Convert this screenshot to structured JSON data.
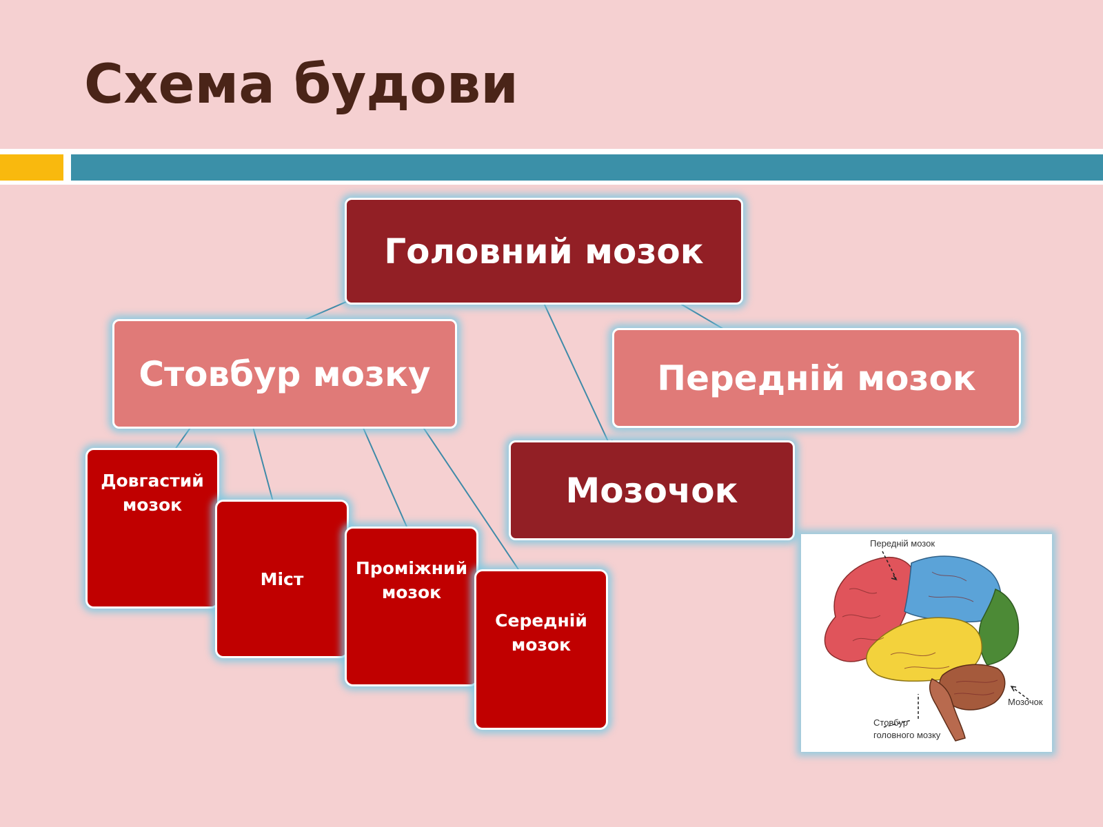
{
  "title": "Схема будови",
  "nodes": {
    "brain": "Головний мозок",
    "stem": "Стовбур мозку",
    "forebrain": "Передній мозок",
    "cerebellum": "Мозочок",
    "medulla": "Довгастий мозок",
    "pons": "Міст",
    "interbrain": "Проміжний мозок",
    "midbrain": "Середній мозок"
  },
  "figure_labels": {
    "forebrain": "Передній мозок",
    "cerebellum": "Мозочок",
    "stem_line1": "Стовбур",
    "stem_line2": "головного мозку"
  },
  "colors": {
    "background": "#f5d0d1",
    "title": "#4a2418",
    "band_accent": "#f9b90e",
    "band_main": "#3b90a8",
    "node_dark": "#921f25",
    "node_light": "#e07a78",
    "node_red": "#c00000",
    "arrow": "#3f8aa8"
  }
}
